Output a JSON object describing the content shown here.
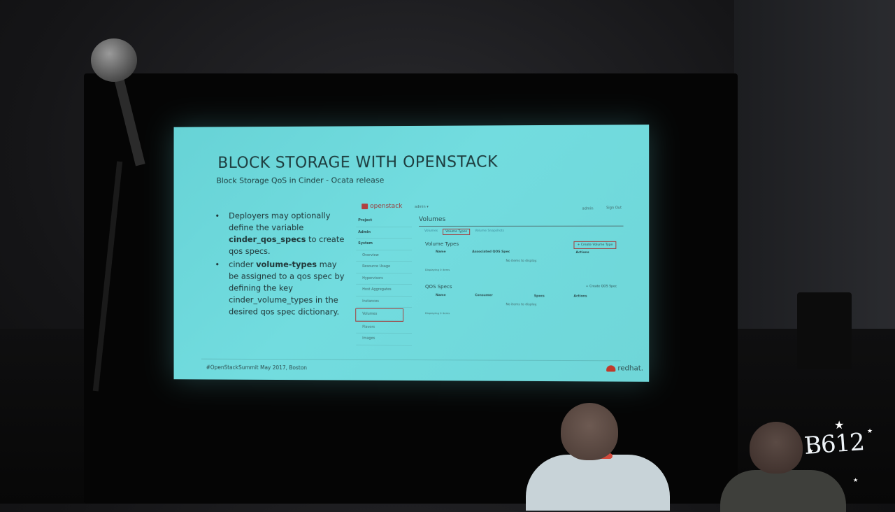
{
  "slide": {
    "title": "BLOCK STORAGE WITH OPENSTACK",
    "subtitle": "Block Storage QoS in Cinder - Ocata release",
    "bullets": [
      {
        "pre": "Deployers may optionally define the variable ",
        "bold": "cinder_qos_specs",
        "post": " to create qos specs."
      },
      {
        "pre": "cinder ",
        "bold": "volume-types",
        "post": " may be assigned to a qos spec by defining the key cinder_volume_types in the desired qos spec dictionary."
      }
    ],
    "bullet_glyph": "•",
    "footer": "#OpenStackSummit May 2017, Boston",
    "logo_text": "redhat."
  },
  "openstack_ui": {
    "logo": "openstack",
    "admin_menu": "admin ▾",
    "user": "admin",
    "sign_out": "Sign Out",
    "sidebar": [
      {
        "label": "Project",
        "kind": "header"
      },
      {
        "label": "Admin",
        "kind": "header"
      },
      {
        "label": "System",
        "kind": "header"
      },
      {
        "label": "Overview",
        "kind": "sub"
      },
      {
        "label": "Resource Usage",
        "kind": "sub"
      },
      {
        "label": "Hypervisors",
        "kind": "sub"
      },
      {
        "label": "Host Aggregates",
        "kind": "sub"
      },
      {
        "label": "Instances",
        "kind": "sub"
      },
      {
        "label": "Volumes",
        "kind": "active"
      },
      {
        "label": "Flavors",
        "kind": "sub"
      },
      {
        "label": "Images",
        "kind": "sub"
      }
    ],
    "page_title": "Volumes",
    "tabs": [
      "Volumes",
      "Volume Types",
      "Volume Snapshots"
    ],
    "active_tab": "Volume Types",
    "volume_types": {
      "title": "Volume Types",
      "create_button": "+ Create Volume Type",
      "columns": [
        "Name",
        "Associated QOS Spec",
        "Actions"
      ],
      "empty": "No items to display.",
      "count": "Displaying 0 items"
    },
    "qos_specs": {
      "title": "QOS Specs",
      "create_button": "+ Create QOS Spec",
      "columns": [
        "Name",
        "Consumer",
        "Specs",
        "Actions"
      ],
      "empty": "No items to display.",
      "count": "Displaying 0 items"
    }
  },
  "watermark": "B612",
  "colors": {
    "screen": "#6fd6d8",
    "accent": "#a34040",
    "redhat": "#c0392b"
  }
}
